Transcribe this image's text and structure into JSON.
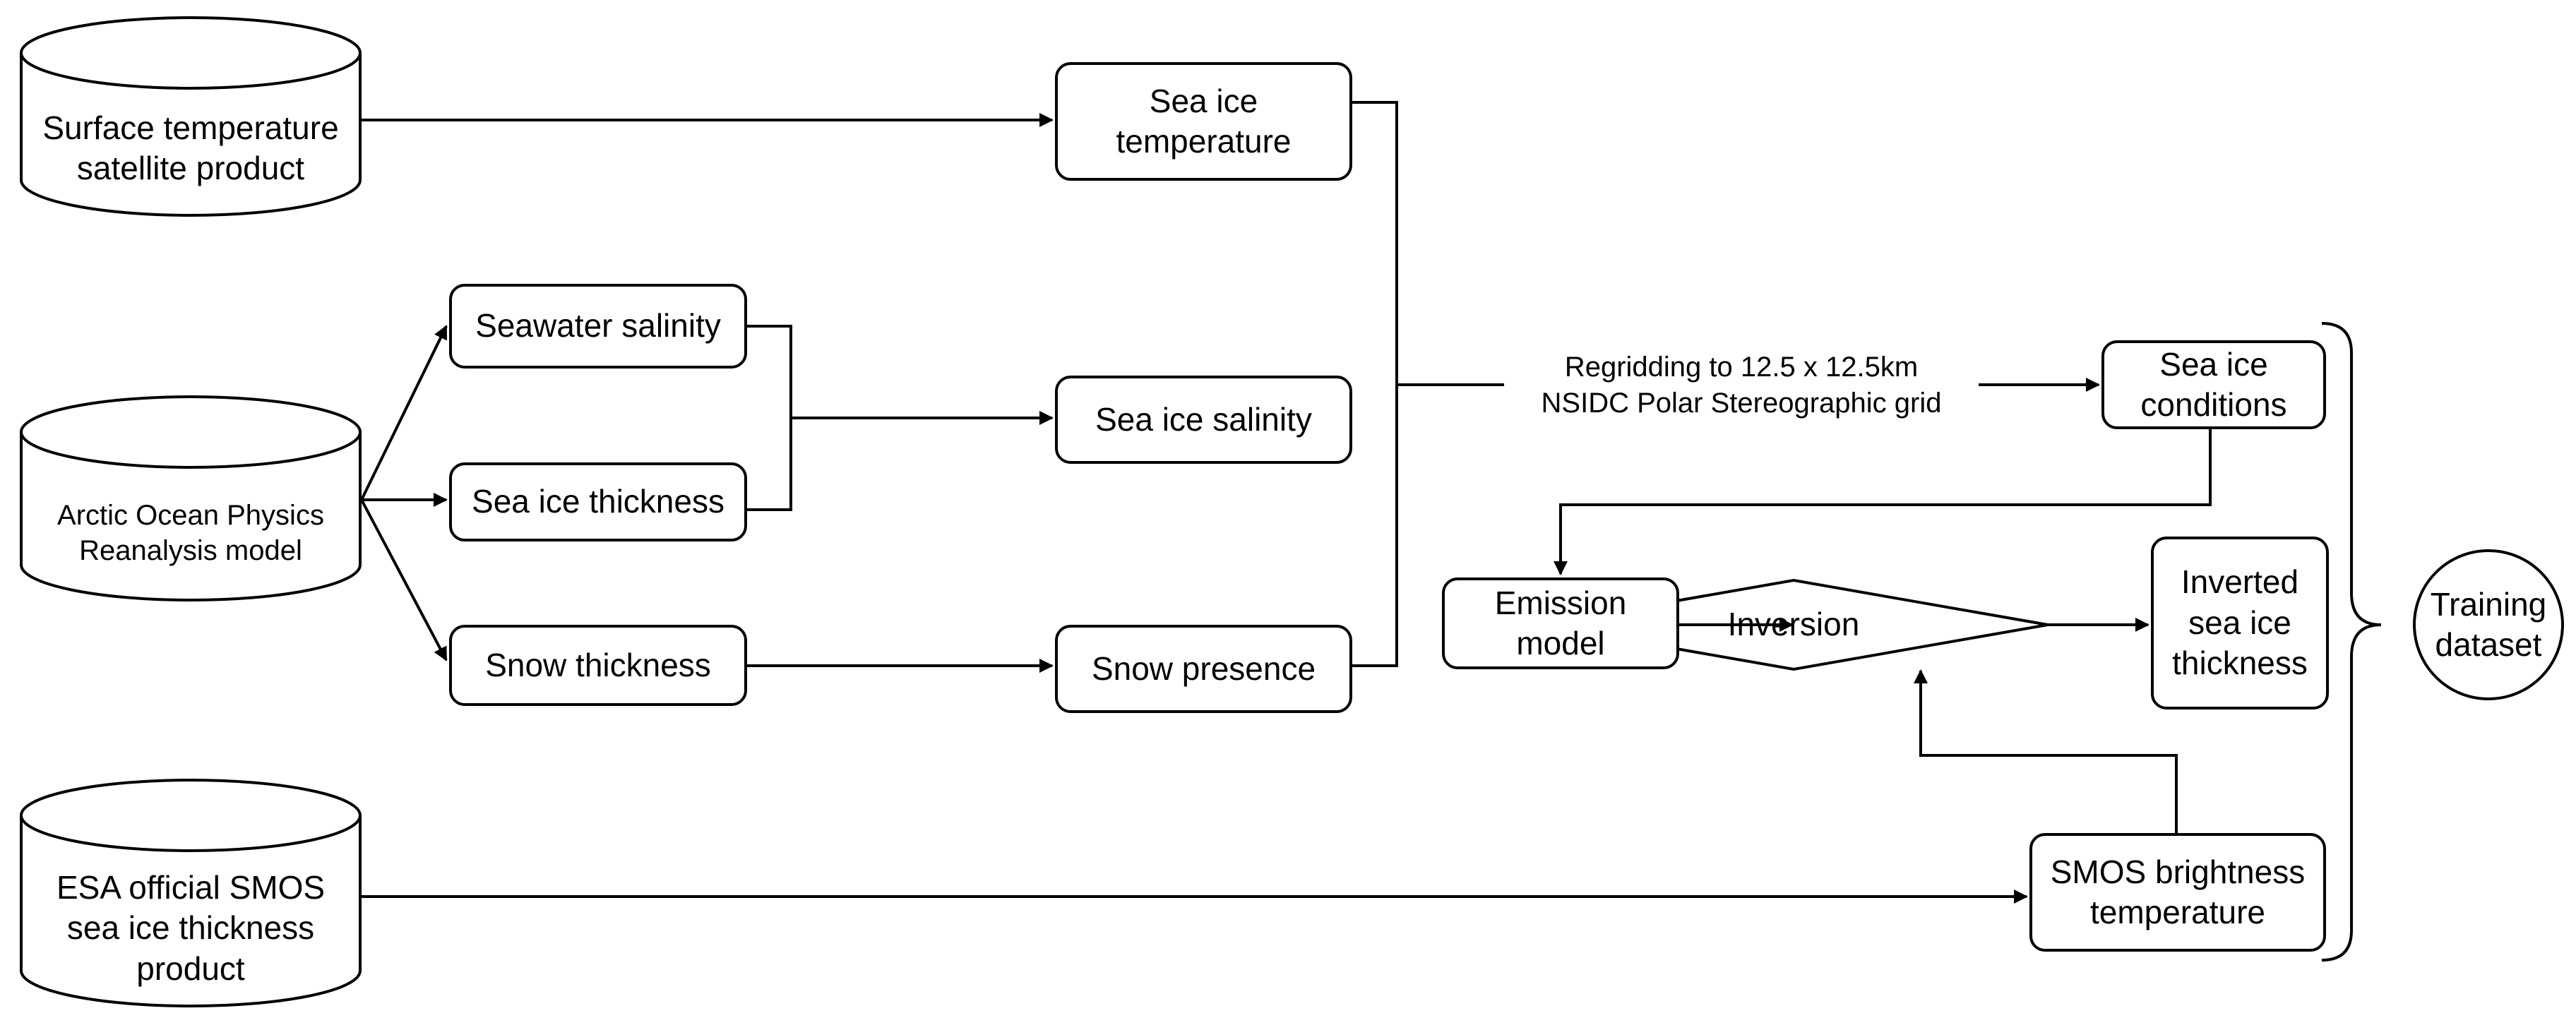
{
  "sources": {
    "surface_temp": "Surface temperature\nsatellite product",
    "arctic_model": "Arctic Ocean Physics\nReanalysis model",
    "esa_smos": "ESA official SMOS\nsea ice thickness\nproduct"
  },
  "variables": {
    "seawater_salinity": "Seawater salinity",
    "sea_ice_thickness": "Sea ice thickness",
    "snow_thickness": "Snow thickness"
  },
  "properties": {
    "sea_ice_temperature": "Sea ice\ntemperature",
    "sea_ice_salinity": "Sea ice salinity",
    "snow_presence": "Snow presence"
  },
  "regrid_label": "Regridding to 12.5 x 12.5km\nNSIDC Polar Stereographic grid",
  "processing": {
    "sea_ice_conditions": "Sea ice\nconditions",
    "emission_model": "Emission\nmodel",
    "inversion": "Inversion",
    "inverted_thickness": "Inverted\nsea ice\nthickness",
    "smos_tb": "SMOS brightness\ntemperature"
  },
  "output": {
    "training_dataset": "Training\ndataset"
  }
}
